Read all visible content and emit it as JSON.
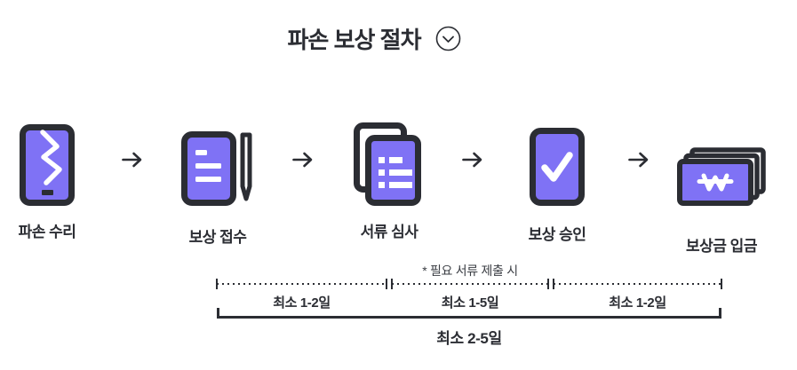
{
  "header": {
    "title": "파손 보상 절차",
    "toggle_icon": "chevron-down-circle"
  },
  "steps": [
    {
      "label": "파손 수리",
      "icon": "cracked-phone-icon"
    },
    {
      "label": "보상 접수",
      "icon": "document-pen-icon"
    },
    {
      "label": "서류 심사",
      "icon": "document-stack-icon"
    },
    {
      "label": "보상 승인",
      "icon": "check-card-icon"
    },
    {
      "label": "보상금 입금",
      "icon": "banknote-stack-icon"
    }
  ],
  "connector_icon": "right-arrow",
  "timeline": {
    "note": "* 필요 서류 제출 시",
    "segments": [
      {
        "label": "최소 1-2일"
      },
      {
        "label": "최소 1-5일"
      },
      {
        "label": "최소 1-2일"
      }
    ],
    "total_label": "최소 2-5일"
  },
  "colors": {
    "accent": "#7f72f5",
    "ink": "#2b2d33",
    "note_text": "#3a3d43",
    "background": "#ffffff"
  }
}
